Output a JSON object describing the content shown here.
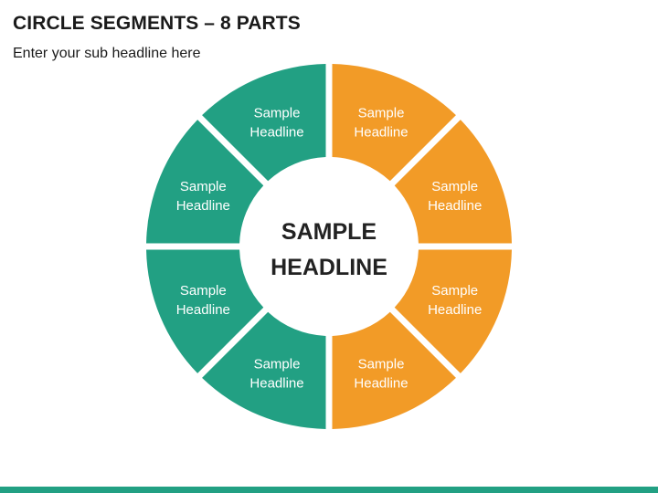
{
  "title": "CIRCLE SEGMENTS – 8 PARTS",
  "subtitle": "Enter your sub headline here",
  "center": {
    "line1": "SAMPLE",
    "line2": "HEADLINE"
  },
  "colors": {
    "teal": "#22a083",
    "orange": "#f29b27",
    "footer": "#22a083"
  },
  "segments": [
    {
      "line1": "Sample",
      "line2": "Headline",
      "color": "#f29b27"
    },
    {
      "line1": "Sample",
      "line2": "Headline",
      "color": "#f29b27"
    },
    {
      "line1": "Sample",
      "line2": "Headline",
      "color": "#f29b27"
    },
    {
      "line1": "Sample",
      "line2": "Headline",
      "color": "#f29b27"
    },
    {
      "line1": "Sample",
      "line2": "Headline",
      "color": "#22a083"
    },
    {
      "line1": "Sample",
      "line2": "Headline",
      "color": "#22a083"
    },
    {
      "line1": "Sample",
      "line2": "Headline",
      "color": "#22a083"
    },
    {
      "line1": "Sample",
      "line2": "Headline",
      "color": "#22a083"
    }
  ]
}
